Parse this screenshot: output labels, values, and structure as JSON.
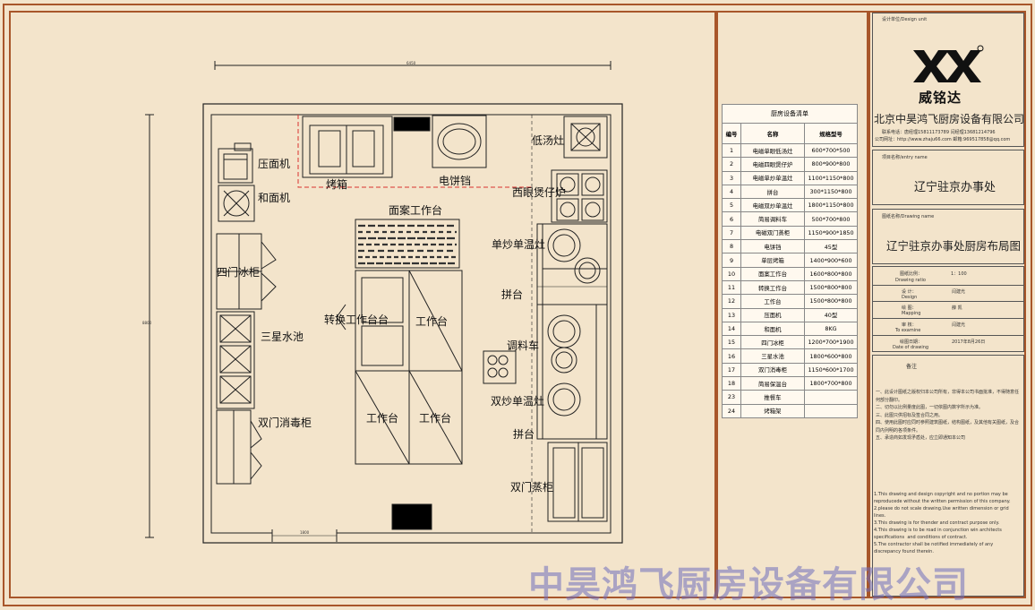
{
  "plan": {
    "labels": {
      "press": "压面机",
      "dough_mixer": "和面机",
      "fridge": "四门冰柜",
      "sink": "三星水池",
      "disinfect": "双门消毒柜",
      "oven": "烤箱",
      "pancake_pan": "电饼铛",
      "low_stove": "低汤灶",
      "four_burner": "西眼煲仔炉",
      "noodle_table": "面案工作台",
      "single_wok": "单炒单温灶",
      "pin_table_1": "拼台",
      "turn_table": "转换工作台台",
      "worktable_1": "工作台",
      "seasoning_cart": "调料车",
      "double_wok": "双炒单温灶",
      "pin_table_2": "拼台",
      "worktable_2": "工作台",
      "worktable_3": "工作台",
      "steamer": "双门蒸柜"
    },
    "dims": {
      "top": "6450",
      "left": "8800",
      "bottom": "1800"
    }
  },
  "equipment": {
    "title": "厨房设备清单",
    "headers": {
      "no": "编号",
      "name": "名称",
      "spec": "规格型号"
    },
    "rows": [
      {
        "no": "1",
        "name": "电磁单眼低汤灶",
        "spec": "600*700*500"
      },
      {
        "no": "2",
        "name": "电磁四眼煲仔炉",
        "spec": "800*900*800"
      },
      {
        "no": "3",
        "name": "电磁单炒单温灶",
        "spec": "1100*1150*800"
      },
      {
        "no": "4",
        "name": "拼台",
        "spec": "300*1150*800"
      },
      {
        "no": "5",
        "name": "电磁双炒单温灶",
        "spec": "1800*1150*800"
      },
      {
        "no": "6",
        "name": "简易调料车",
        "spec": "500*700*800"
      },
      {
        "no": "7",
        "name": "电磁双门蒸柜",
        "spec": "1150*900*1850"
      },
      {
        "no": "8",
        "name": "电饼铛",
        "spec": "45型"
      },
      {
        "no": "9",
        "name": "单层烤箱",
        "spec": "1400*900*600"
      },
      {
        "no": "10",
        "name": "面案工作台",
        "spec": "1600*800*800"
      },
      {
        "no": "11",
        "name": "转换工作台",
        "spec": "1500*800*800"
      },
      {
        "no": "12",
        "name": "工作台",
        "spec": "1500*800*800"
      },
      {
        "no": "13",
        "name": "压面机",
        "spec": "40型"
      },
      {
        "no": "14",
        "name": "和面机",
        "spec": "8KG"
      },
      {
        "no": "15",
        "name": "四门冰柜",
        "spec": "1200*700*1900"
      },
      {
        "no": "16",
        "name": "三星水池",
        "spec": "1800*600*800"
      },
      {
        "no": "17",
        "name": "双门消毒柜",
        "spec": "1150*600*1700"
      },
      {
        "no": "18",
        "name": "简易保温台",
        "spec": "1800*700*800"
      },
      {
        "no": "23",
        "name": "推餐车",
        "spec": ""
      },
      {
        "no": "24",
        "name": "烤箱架",
        "spec": ""
      }
    ]
  },
  "titleblock": {
    "design_unit": "设计单位/Design unit",
    "logo_text": "威铭达",
    "company": "北京中昊鸿飞厨房设备有限公司",
    "contact": "联系电话：唐经理15811173789    闫经理13681214796",
    "website": "公司网址：http://www.zhaju66.com  邮箱:969517858@qq.com",
    "entry_label": "项目名称/entry name",
    "entry_value": "辽宁驻京办事处",
    "drawing_label": "图纸名称/Drawing name",
    "drawing_value": "辽宁驻京办事处厨房布局图",
    "ratio_label": "图纸比例：",
    "ratio_en": "Drawing ratio",
    "ratio_value": "1：100",
    "design_label": "设    计：",
    "design_en": "Design",
    "design_value": "闫建光",
    "map_label": "绘    图：",
    "map_en": "Mapping",
    "map_value": "薛  凯",
    "exam_label": "审    核：",
    "exam_en": "To examine",
    "exam_value": "闫建光",
    "date_label": "绘图日期：",
    "date_en": "Date of drawing",
    "date_value": "2017年8月26日",
    "notes_title": "备注",
    "notes_cn": "一、此设计图纸之版权归本公司所有，非得本公司书面批准，不得随意任何部分翻印。\n二、切勿以比例量度此图，一切依图内数字所示为准。\n三、此图只供招标及签合同之用。\n四、使用此图时应同时参照建筑图纸，结构图纸，及其他有关图纸，及合同内列明的各项条件。\n五、承造商如发现矛盾处，应立即通知本公司",
    "notes_en": "1.This drawing and design copyright and no portion may be reproducede without the written permission of this company.\n2.please do not scale drawing.Use written dimension or grid lines.\n3.This drawing is for thender and contract purpose only.\n4.This drawing is to be road in conjunction win architects specifications  and conditions of contract.\n5.The contractor shall be notified immediately of any discrepancy found therein."
  },
  "watermark": "中昊鸿飞厨房设备有限公司",
  "colors": {
    "frame": "#a8562a",
    "paper": "#f3e4cb",
    "line": "#222222",
    "dash": "#d8322f",
    "watermark": "#6e6ebe"
  }
}
